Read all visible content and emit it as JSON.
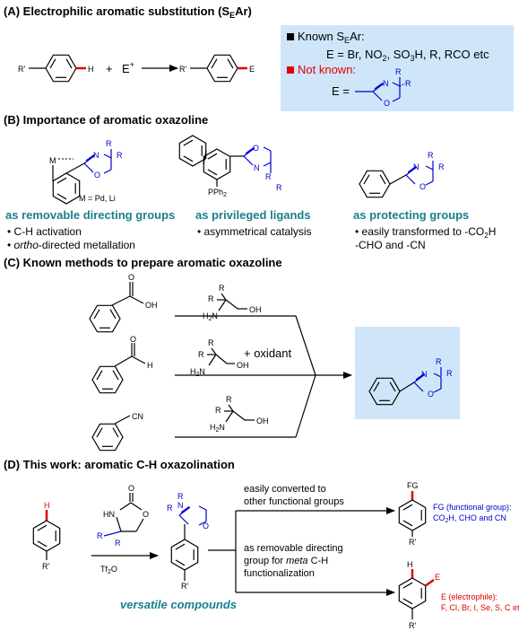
{
  "sectionA": {
    "title_pre": "(A) Electrophilic aromatic substitution (S",
    "title_sub": "E",
    "title_post": "Ar)",
    "r_prime": "R'",
    "h": "H",
    "plus": "+",
    "e_plus_base": "E",
    "e_plus_sup": "+",
    "r_prime_product": "R'",
    "e_product": "E",
    "box": {
      "known_pre": "Known S",
      "known_sub": "E",
      "known_post": "Ar:",
      "e_list": "E = Br, NO",
      "e_list_sub": "2",
      "e_list_mid": ", SO",
      "e_list_sub2": "3",
      "e_list_end": "H, R, RCO etc",
      "not_known": "Not known:",
      "e_eq": "E =",
      "accent_color": "#0000cc",
      "bg_color": "#cfe6fa",
      "red_color": "#e00000"
    }
  },
  "sectionB": {
    "title": "(B) Importance of aromatic oxazoline",
    "m_label": "M",
    "m_def": "M = Pd, Li",
    "pph2": "PPh",
    "pph2_sub": "2",
    "groups": [
      {
        "heading": "as removable directing groups",
        "items": [
          "• C-H activation",
          "ortho-directed metallation"
        ]
      },
      {
        "heading": "as privileged ligands",
        "items": [
          "• asymmetrical catalysis"
        ]
      },
      {
        "heading": "as protecting groups",
        "items": [
          "• easily transformed to -CO",
          "-CHO and -CN"
        ]
      }
    ],
    "item_italic": "ortho",
    "item_rest": "-directed metallation",
    "co2h_sub": "2",
    "co2h_end": "H",
    "heading_color": "#1a7f8c"
  },
  "sectionC": {
    "title": "(C) Known methods to prepare aromatic oxazoline",
    "oh": "OH",
    "h": "H",
    "o": "O",
    "cn": "CN",
    "h2n": "H",
    "h2n_sub": "2",
    "h2n_end": "N",
    "oxidant": "+ oxidant"
  },
  "sectionD": {
    "title": "(D) This work: aromatic C-H oxazolination",
    "h": "H",
    "r_prime": "R'",
    "hn": "HN",
    "o": "O",
    "tf2o_pre": "Tf",
    "tf2o_sub": "2",
    "tf2o_post": "O",
    "versatile": "versatile compounds",
    "upper_note_1": "easily converted to",
    "upper_note_2": "other functional groups",
    "lower_note_1": "as removable directing",
    "lower_note_2": "group for",
    "lower_note_meta": "meta",
    "lower_note_3": "C-H",
    "lower_note_4": "functionalization",
    "fg": "FG",
    "fg_title": "FG (functional group):",
    "fg_values_pre": "CO",
    "fg_values_sub": "2",
    "fg_values_post": "H, CHO and CN",
    "e": "E",
    "e_title": "E (electrophile):",
    "e_values": "F, Cl, Br, I, Se, S, C etc"
  },
  "atoms": {
    "r": "R",
    "n": "N",
    "o": "O"
  }
}
